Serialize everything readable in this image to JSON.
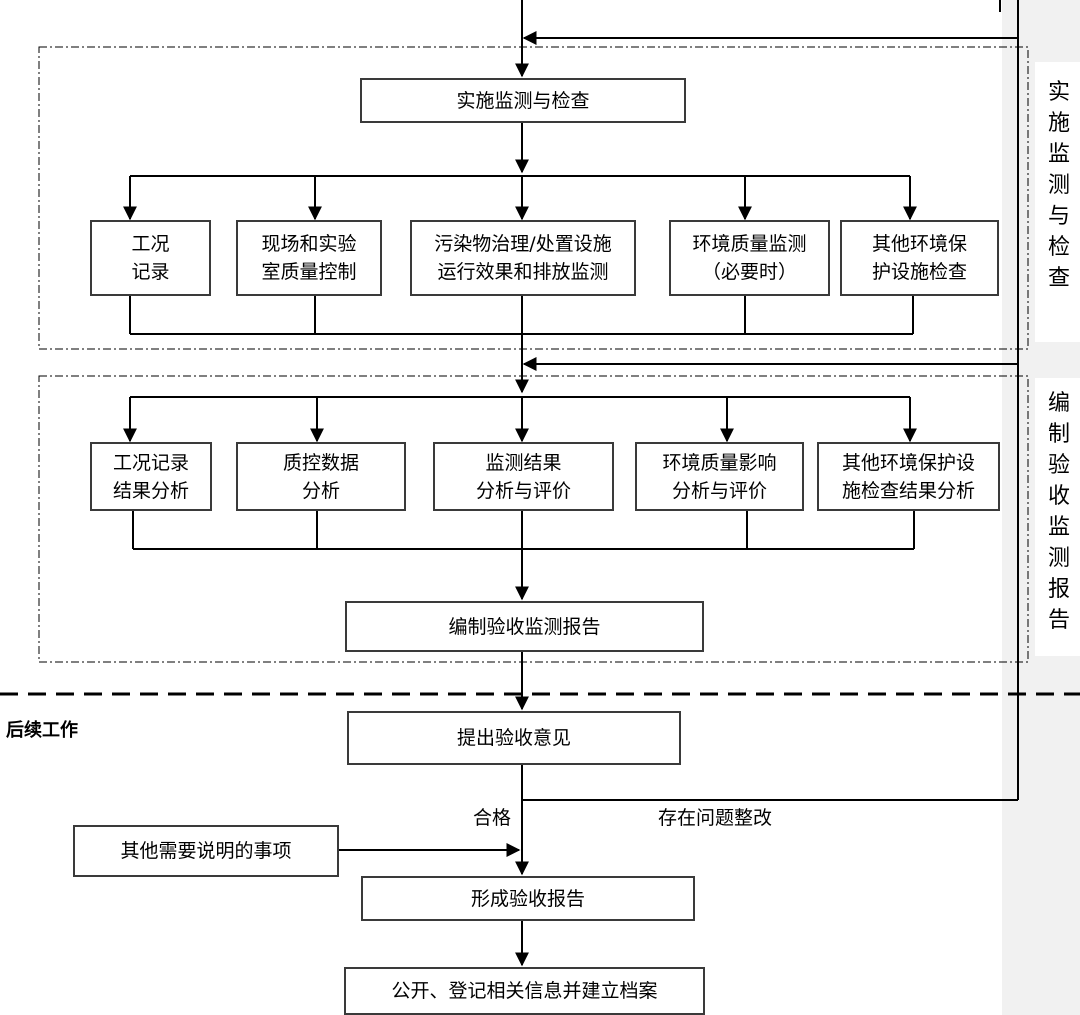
{
  "sidebar": {
    "section1_label": "实施监测与检查",
    "section2_label": "编制验收监测报告"
  },
  "phase1": {
    "main_box": "实施监测与检查",
    "items": [
      "工况\n记录",
      "现场和实验\n室质量控制",
      "污染物治理/处置设施\n运行效果和排放监测",
      "环境质量监测\n（必要时）",
      "其他环境保\n护设施检查"
    ]
  },
  "phase2": {
    "items": [
      "工况记录\n结果分析",
      "质控数据\n分析",
      "监测结果\n分析与评价",
      "环境质量影响\n分析与评价",
      "其他环境保护设\n施检查结果分析"
    ],
    "report_box": "编制验收监测报告"
  },
  "followup": {
    "section_label": "后续工作",
    "opinion_box": "提出验收意见",
    "pass_label": "合格",
    "rectify_label": "存在问题整改",
    "other_box": "其他需要说明的事项",
    "form_report_box": "形成验收报告",
    "publish_box": "公开、登记相关信息并建立档案"
  }
}
